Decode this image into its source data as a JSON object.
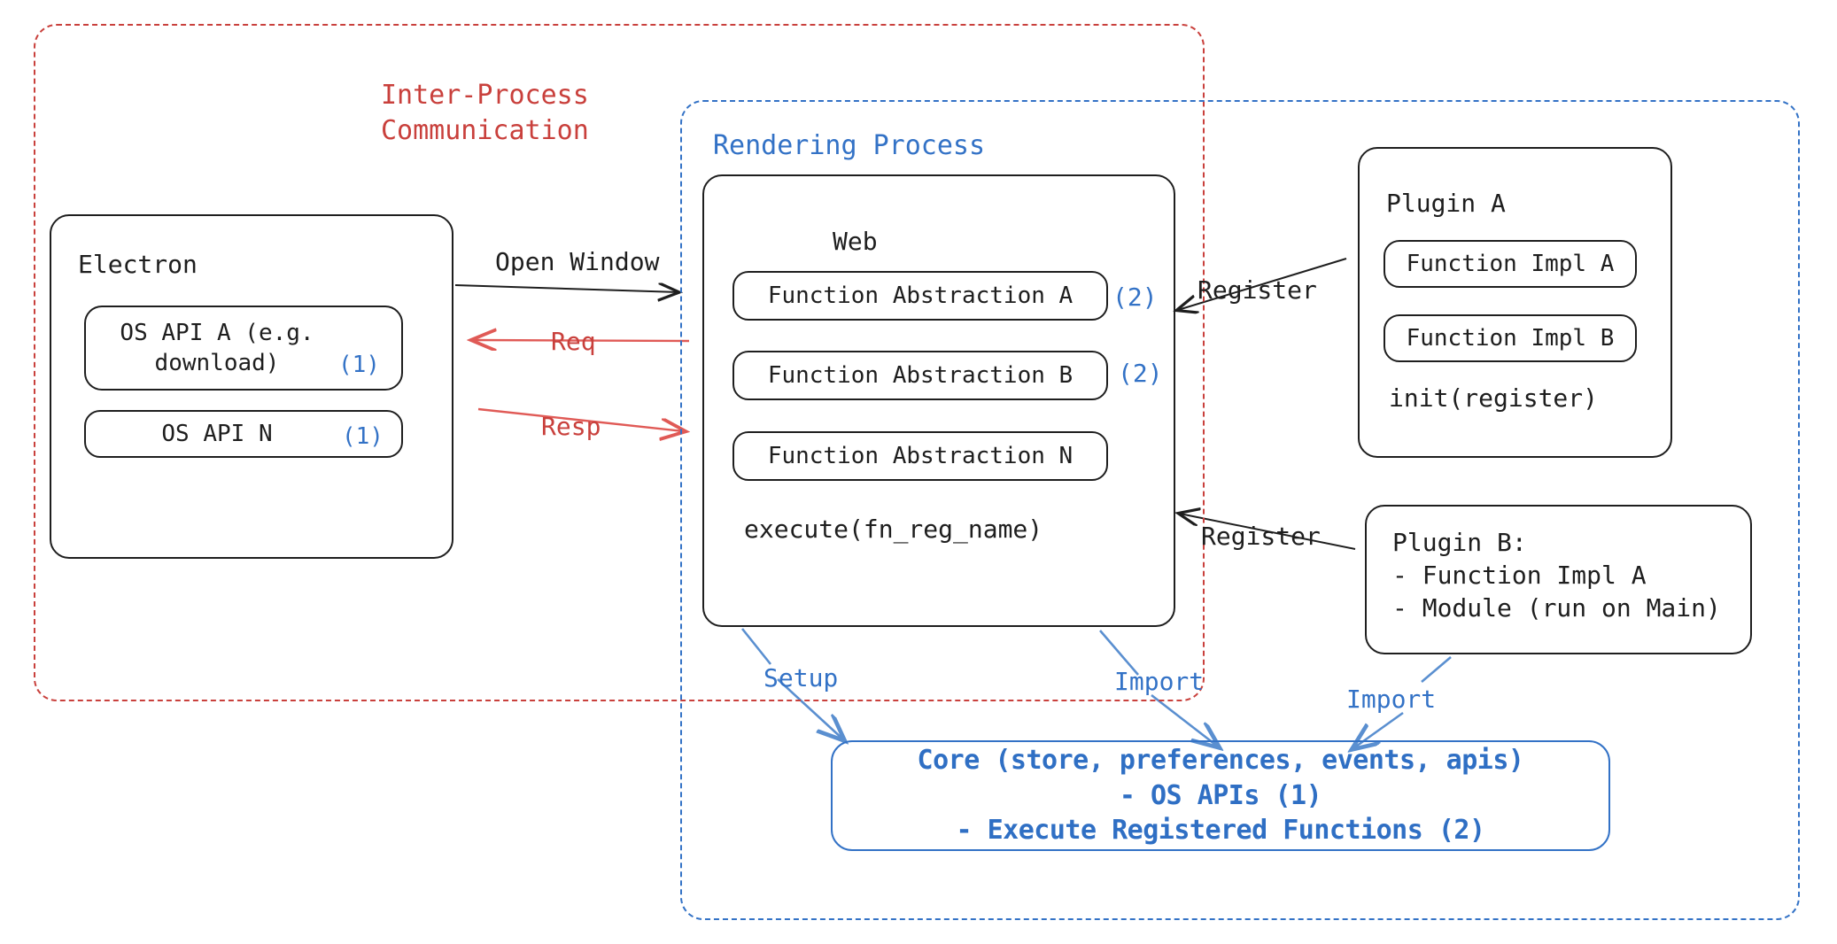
{
  "diagram": {
    "title_hidden": "",
    "colors": {
      "red": "#c9403c",
      "blue": "#3372c6",
      "black": "#1e1e1e",
      "core_blue": "#2f6fc4"
    },
    "groups": {
      "ipc": {
        "label": "Inter-Process\nCommunication"
      },
      "rendering": {
        "label": "Rendering Process"
      }
    },
    "electron": {
      "title": "Electron",
      "apis": [
        {
          "label": "OS API A (e.g.\ndownload)",
          "tag": "(1)"
        },
        {
          "label": "OS API N",
          "tag": "(1)"
        }
      ]
    },
    "web": {
      "title": "Web",
      "abstractions": [
        {
          "label": "Function Abstraction A",
          "tag": "(2)"
        },
        {
          "label": "Function Abstraction B",
          "tag": "(2)"
        },
        {
          "label": "Function Abstraction N",
          "tag": ""
        }
      ],
      "execute": "execute(fn_reg_name)"
    },
    "plugin_a": {
      "title": "Plugin A",
      "functions": [
        "Function Impl A",
        "Function Impl B"
      ],
      "init": "init(register)"
    },
    "plugin_b": {
      "lines": [
        "Plugin B:",
        "- Function Impl A",
        "- Module (run on Main)"
      ]
    },
    "core": {
      "lines": [
        "Core (store, preferences, events, apis)",
        "- OS APIs (1)",
        "- Execute Registered Functions (2)"
      ]
    },
    "edges": {
      "open_window": "Open Window",
      "req": "Req",
      "resp": "Resp",
      "register_a": "Register",
      "register_b": "Register",
      "setup": "Setup",
      "import_web": "Import",
      "import_plugin": "Import"
    }
  }
}
